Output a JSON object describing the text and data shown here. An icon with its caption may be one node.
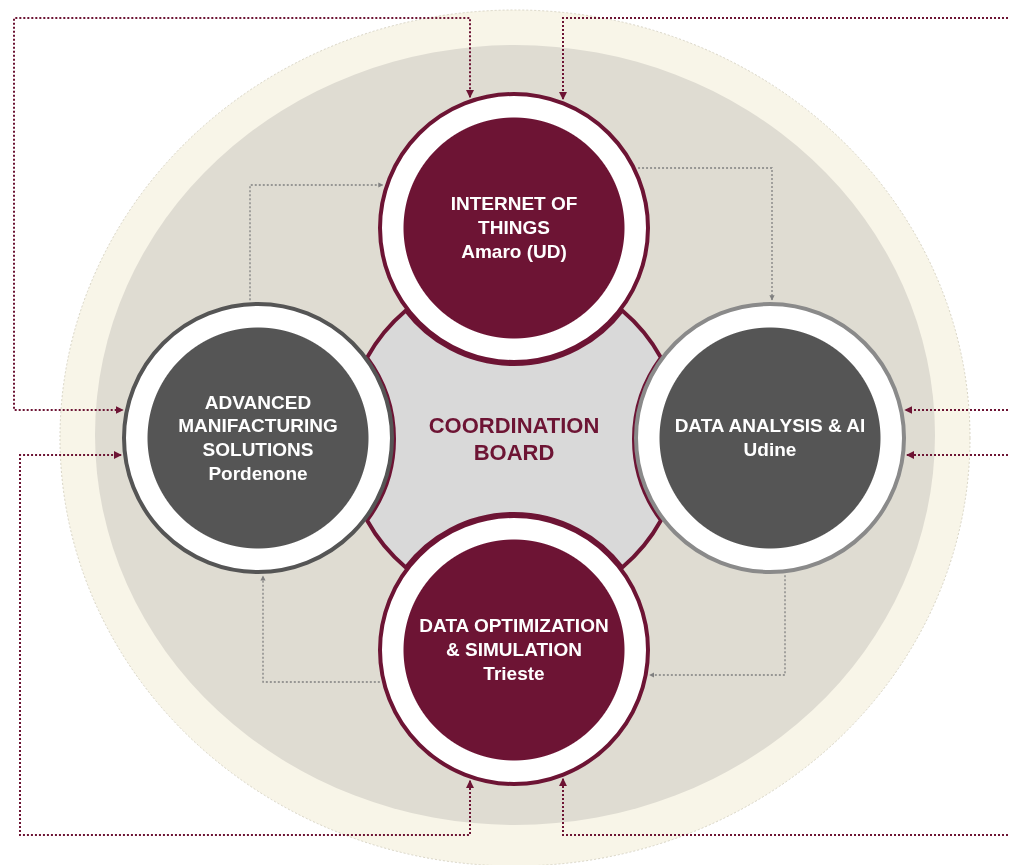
{
  "diagram": {
    "nodes": [
      {
        "text": [
          "INTERNET OF THINGS",
          "Amaro (UD)"
        ]
      },
      {
        "text": [
          "ADVANCED MANIFACTURING SOLUTIONS",
          "Pordenone"
        ]
      },
      {
        "text": [
          "COORDINATION BOARD"
        ]
      },
      {
        "text": [
          "DATA ANALYSIS & AI",
          "Udine"
        ]
      },
      {
        "text": [
          "DATA OPTIMIZATION & SIMULATION",
          "Trieste"
        ]
      }
    ],
    "edges": [
      {
        "from": 1,
        "to": 0,
        "arrow": "to",
        "style": "dashed",
        "color": "#808080"
      },
      {
        "from": 0,
        "to": 3,
        "arrow": "to",
        "style": "dashed",
        "color": "#808080"
      },
      {
        "from": 3,
        "to": 4,
        "arrow": "to",
        "style": "dashed",
        "color": "#808080"
      },
      {
        "from": 4,
        "to": 1,
        "arrow": "to",
        "style": "dashed",
        "color": "#808080"
      },
      {
        "from": 0,
        "to": 1,
        "arrow": "both",
        "style": "dashed"
      },
      {
        "from": null,
        "to": 0,
        "arrow": "to",
        "style": "dashed"
      },
      {
        "from": null,
        "to": 3,
        "arrow": "to",
        "style": "dashed"
      },
      {
        "from": null,
        "to": 3,
        "arrow": "to",
        "style": "dashed"
      },
      {
        "from": 1,
        "to": 4,
        "arrow": "both",
        "style": "dashed"
      },
      {
        "from": null,
        "to": 4,
        "arrow": "to",
        "style": "dashed"
      }
    ]
  }
}
